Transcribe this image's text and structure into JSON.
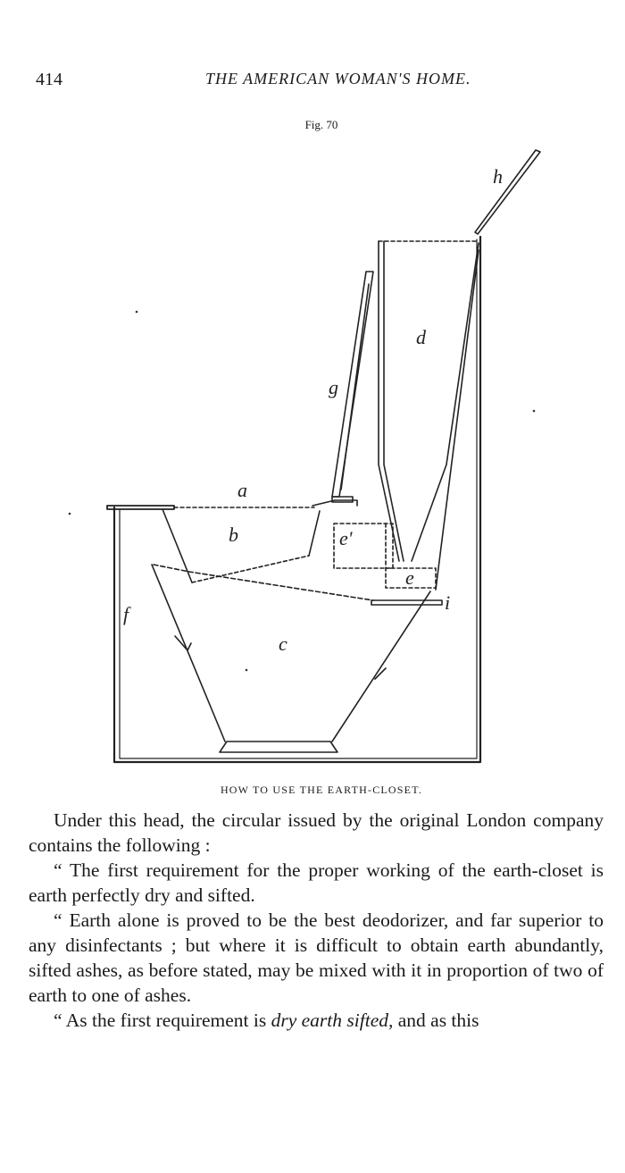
{
  "header": {
    "page_number": "414",
    "running_title": "THE AMERICAN WOMAN'S HOME."
  },
  "figure": {
    "label": "Fig. 70",
    "caption": "HOW TO USE THE EARTH-CLOSET.",
    "letters": {
      "a": "a",
      "b": "b",
      "c": "c",
      "d": "d",
      "e": "e",
      "e_prime": "e'",
      "f": "f",
      "g": "g",
      "h": "h",
      "i": "i"
    }
  },
  "body": {
    "p1": "Under this head, the circular issued by the original London company contains the following :",
    "p2": "“ The first requirement for the proper working of the earth-closet is earth perfectly dry and sifted.",
    "p3": "“ Earth alone is proved to be the best deodorizer, and far superior to any disinfectants ; but where it is difficult to obtain earth abundantly, sifted ashes, as before stated, may be mixed with it in proportion of two of earth to one of ashes.",
    "p4_before": "“ As the first requirement is ",
    "p4_emph": "dry earth sifted,",
    "p4_after": " and as this"
  }
}
